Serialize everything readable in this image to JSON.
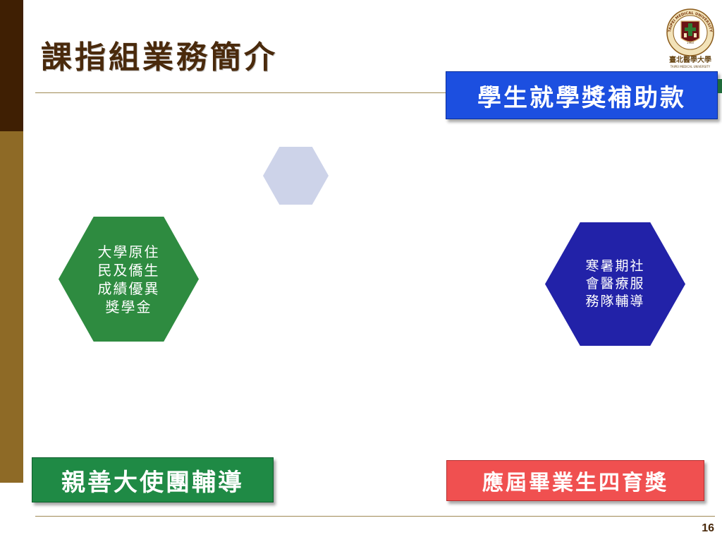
{
  "slide": {
    "title": "課指組業務簡介",
    "page_number": "16"
  },
  "boxes": {
    "top_right": "學生就學獎補助款",
    "bottom_left": "親善大使團輔導",
    "bottom_right": "應屆畢業生四育獎"
  },
  "hexagons": {
    "left_lines": [
      "大學原住",
      "民及僑生",
      "成績優異",
      "獎學金"
    ],
    "right_lines": [
      "寒暑期社",
      "會醫療服",
      "務隊輔導"
    ]
  },
  "logo": {
    "arc_text": "TAIPEI MEDICAL UNIVERSITY",
    "year": "1960",
    "name_zh": "臺北醫學大學",
    "name_en": "TAIPEI MEDICAL UNIVERSITY"
  },
  "colors": {
    "sidebar_dark": "#3f1f03",
    "sidebar_gold": "#8e6a26",
    "blue_box": "#1c4fe0",
    "green_box": "#1f8a45",
    "red_box": "#f05050",
    "hex_light": "#cdd3e9",
    "hex_green": "#2e8b40",
    "hex_navy": "#2222a8"
  }
}
